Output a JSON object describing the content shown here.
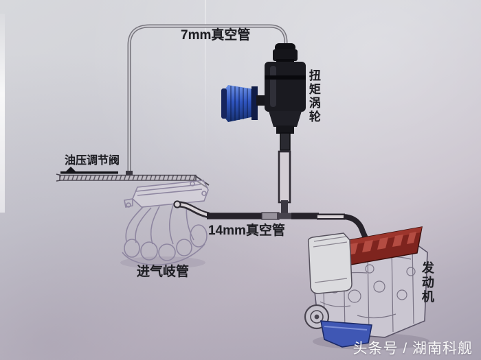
{
  "diagram": {
    "labels": {
      "tube_7mm": "7mm真空管",
      "torque_turbine": "扭矩涡轮",
      "oil_pressure_valve": "油压调节阀",
      "tube_14mm": "14mm真空管",
      "intake_manifold": "进气岐管",
      "engine": "发动机"
    },
    "colors": {
      "paper_light": "#d6d7db",
      "paper_dark": "#a59fb0",
      "tube_dark": "#2a272e",
      "tube_7mm_gray": "#77757d",
      "air_filter_blue": "#2f55c0",
      "valve_cover_red": "#7e241e",
      "oil_pan_blue": "#3f57b4",
      "manifold_lineart": "#8e86a0",
      "label_text": "#1d1d22",
      "watermark_text": "#f8f8f8"
    }
  },
  "watermark": {
    "text": "头条号 / 湖南科舰"
  }
}
